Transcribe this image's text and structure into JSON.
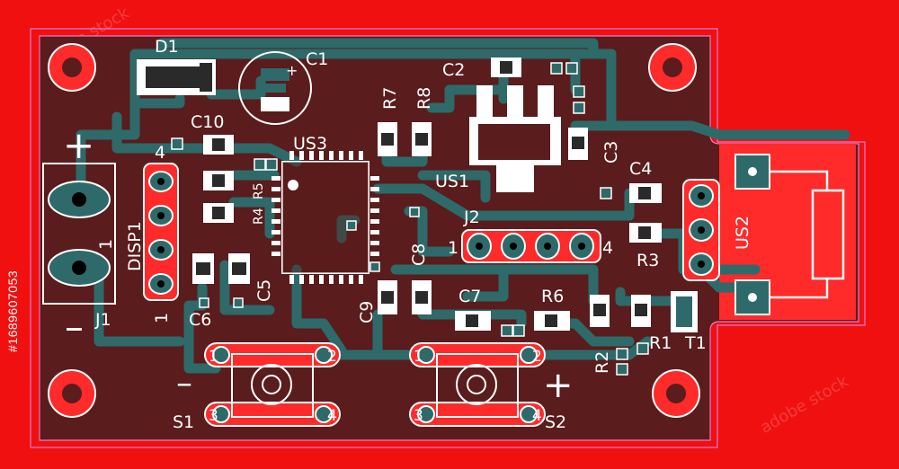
{
  "colors": {
    "background": "#f01010",
    "board": "#5a1c1c",
    "trace": "#2e6a6a",
    "copper_fill": "#ff2a2a",
    "silkscreen": "#ffffff",
    "outline": "#e37bd0"
  },
  "watermark": {
    "text": "adobe stock",
    "side_id": "#1689607053"
  },
  "labels": {
    "D1": "D1",
    "C1": "C1",
    "C1_plus": "+",
    "C2": "C2",
    "C3": "C3",
    "C4": "C4",
    "C5": "C5",
    "C6": "C6",
    "C7": "C7",
    "C8": "C8",
    "C9": "C9",
    "C10": "C10",
    "R1": "R1",
    "R2": "R2",
    "R3": "R3",
    "R4": "R4",
    "R5": "R5",
    "R6": "R6",
    "R7": "R7",
    "R8": "R8",
    "US1": "US1",
    "US2": "US2",
    "US3": "US3",
    "T1": "T1",
    "J1": "J1",
    "J1_pin1": "1",
    "J2": "J2",
    "J2_pin1": "1",
    "J2_pin4": "4",
    "DISP1": "DISP1",
    "DISP1_pin1": "1",
    "DISP1_pin4": "4",
    "S1": "S1",
    "S2": "S2",
    "S1_p1": "1",
    "S1_p2": "2",
    "S1_p3": "3",
    "S1_p4": "4",
    "S2_p1": "1",
    "S2_p2": "2",
    "S2_p3": "3",
    "S2_p4": "4",
    "pwr_plus": "+",
    "pwr_minus": "–",
    "s1_minus": "–",
    "s2_plus": "+"
  }
}
